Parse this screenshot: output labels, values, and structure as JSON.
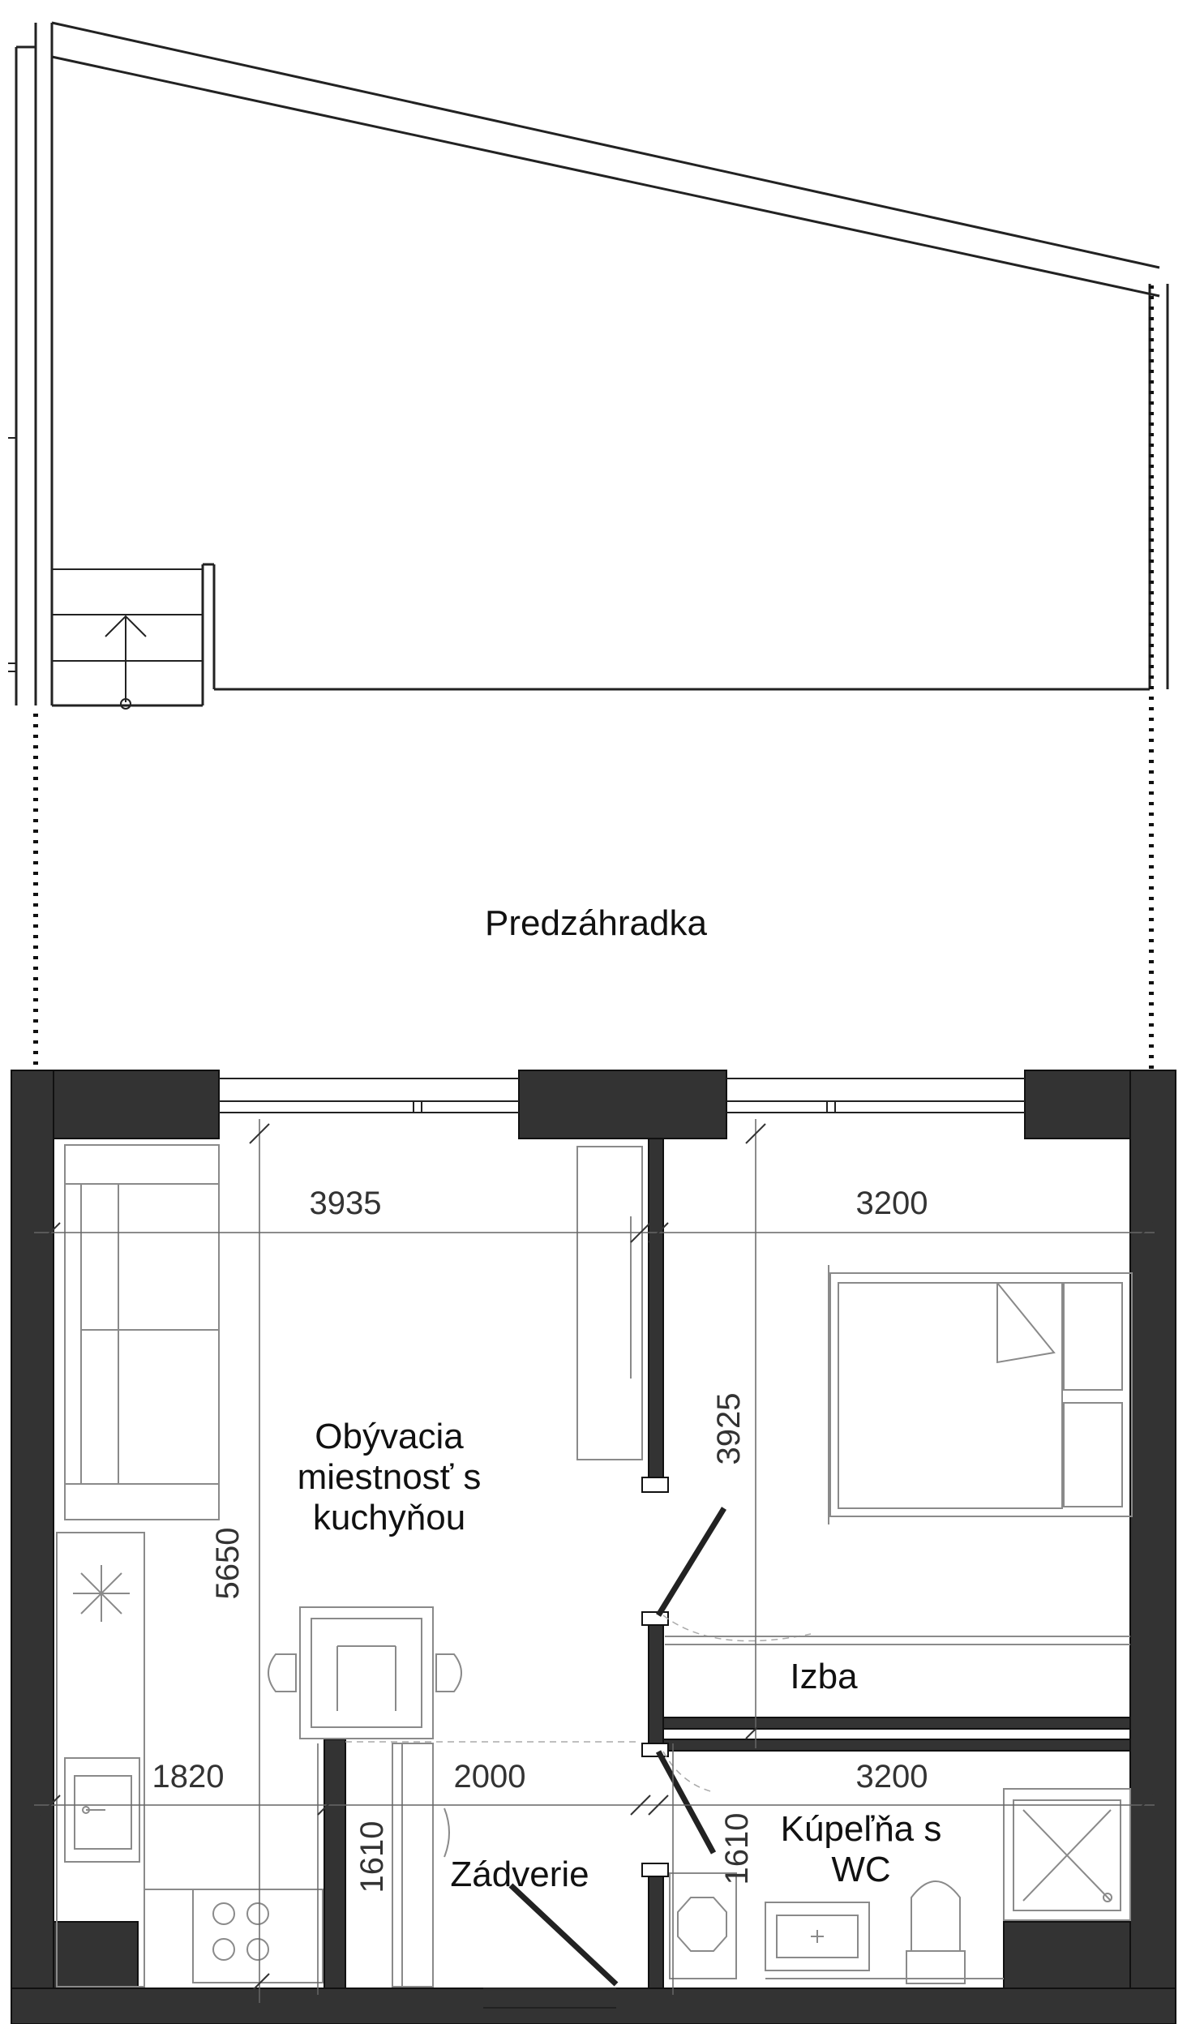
{
  "rooms": {
    "garden": "Predzáhradka",
    "living_line1": "Obývacia",
    "living_line2": "miestnosť s",
    "living_line3": "kuchyňou",
    "bedroom": "Izba",
    "hall": "Zádverie",
    "bath_line1": "Kúpeľňa s",
    "bath_line2": "WC"
  },
  "dimensions": {
    "living_width": "3935",
    "living_height": "5650",
    "bedroom_width": "3200",
    "bedroom_height": "3925",
    "kitchen_width": "1820",
    "hall_width": "2000",
    "hall_height": "1610",
    "bath_width": "3200",
    "bath_height": "1610"
  },
  "colors": {
    "wall": "#333333",
    "line": "#222222",
    "furniture": "#8a8a8a"
  }
}
